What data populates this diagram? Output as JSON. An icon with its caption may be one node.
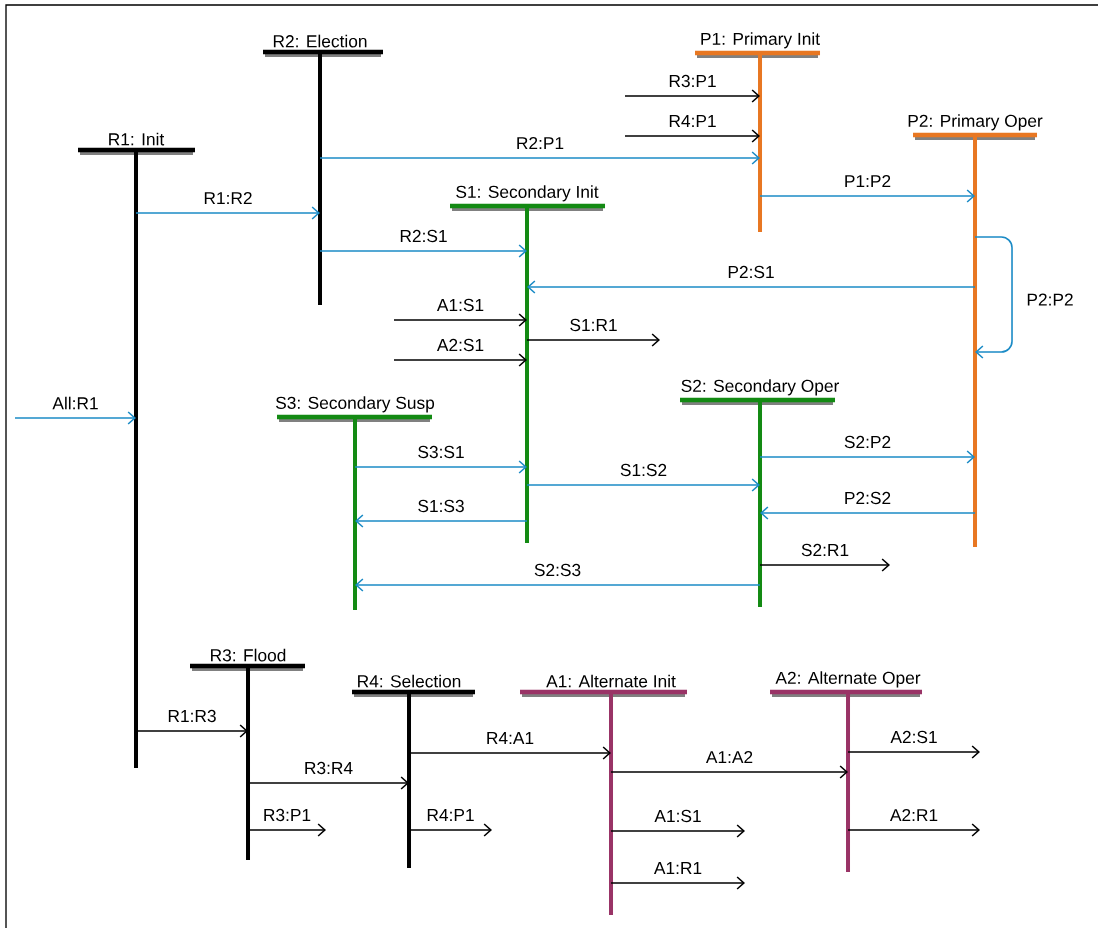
{
  "diagram": {
    "nodes": [
      {
        "text": [
          "R2: Election"
        ]
      },
      {
        "text": [
          "P1: Primary Init"
        ]
      },
      {
        "text": [
          "R1: Init"
        ]
      },
      {
        "text": [
          "P2: Primary Oper"
        ]
      },
      {
        "text": [
          "S1: Secondary Init"
        ]
      },
      {
        "text": [
          "S3: Secondary Susp"
        ]
      },
      {
        "text": [
          "S2: Secondary Oper"
        ]
      },
      {
        "text": [
          "R3: Flood"
        ]
      },
      {
        "text": [
          "R4: Selection"
        ]
      },
      {
        "text": [
          "A1: Alternate Init"
        ]
      },
      {
        "text": [
          "A2: Alternate Oper"
        ]
      }
    ],
    "edges": [
      {
        "from": null,
        "to": 1,
        "arrow": "to",
        "label": "R3:P1"
      },
      {
        "from": null,
        "to": 1,
        "arrow": "to",
        "label": "R4:P1"
      },
      {
        "from": 0,
        "to": 1,
        "arrow": "to",
        "label": "R2:P1",
        "color": "#1b8bc6"
      },
      {
        "from": 1,
        "to": 3,
        "arrow": "to",
        "label": "P1:P2",
        "color": "#1b8bc6"
      },
      {
        "from": 2,
        "to": 0,
        "arrow": "to",
        "label": "R1:R2",
        "color": "#1b8bc6"
      },
      {
        "from": 0,
        "to": 4,
        "arrow": "to",
        "label": "R2:S1",
        "color": "#1b8bc6"
      },
      {
        "from": 3,
        "to": 4,
        "arrow": "to",
        "label": "P2:S1",
        "color": "#1b8bc6"
      },
      {
        "from": 3,
        "to": 3,
        "arrow": "to",
        "label": "P2:P2",
        "color": "#1b8bc6"
      },
      {
        "from": null,
        "to": 4,
        "arrow": "to",
        "label": "A1:S1"
      },
      {
        "from": 4,
        "to": null,
        "arrow": "to",
        "label": "S1:R1"
      },
      {
        "from": null,
        "to": 4,
        "arrow": "to",
        "label": "A2:S1"
      },
      {
        "from": null,
        "to": 2,
        "arrow": "to",
        "label": "All:R1",
        "color": "#1b8bc6"
      },
      {
        "from": 6,
        "to": 3,
        "arrow": "to",
        "label": "S2:P2",
        "color": "#1b8bc6"
      },
      {
        "from": 5,
        "to": 4,
        "arrow": "to",
        "label": "S3:S1",
        "color": "#1b8bc6"
      },
      {
        "from": 4,
        "to": 6,
        "arrow": "to",
        "label": "S1:S2",
        "color": "#1b8bc6"
      },
      {
        "from": 3,
        "to": 6,
        "arrow": "to",
        "label": "P2:S2",
        "color": "#1b8bc6"
      },
      {
        "from": 4,
        "to": 5,
        "arrow": "to",
        "label": "S1:S3",
        "color": "#1b8bc6"
      },
      {
        "from": 6,
        "to": null,
        "arrow": "to",
        "label": "S2:R1"
      },
      {
        "from": 6,
        "to": 5,
        "arrow": "to",
        "label": "S2:S3",
        "color": "#1b8bc6"
      },
      {
        "from": 2,
        "to": 7,
        "arrow": "to",
        "label": "R1:R3"
      },
      {
        "from": 8,
        "to": 9,
        "arrow": "to",
        "label": "R4:A1"
      },
      {
        "from": 10,
        "to": null,
        "arrow": "to",
        "label": "A2:S1"
      },
      {
        "from": 9,
        "to": 10,
        "arrow": "to",
        "label": "A1:A2"
      },
      {
        "from": 7,
        "to": 8,
        "arrow": "to",
        "label": "R3:R4"
      },
      {
        "from": 7,
        "to": null,
        "arrow": "to",
        "label": "R3:P1"
      },
      {
        "from": 8,
        "to": null,
        "arrow": "to",
        "label": "R4:P1"
      },
      {
        "from": 9,
        "to": null,
        "arrow": "to",
        "label": "A1:S1"
      },
      {
        "from": 10,
        "to": null,
        "arrow": "to",
        "label": "A2:R1"
      },
      {
        "from": 9,
        "to": null,
        "arrow": "to",
        "label": "A1:R1"
      }
    ]
  }
}
